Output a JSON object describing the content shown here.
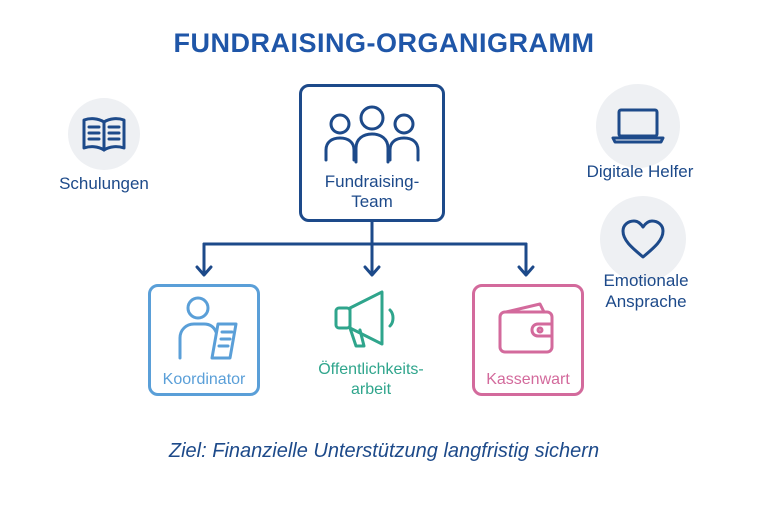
{
  "title": "FUNDRAISING-ORGANIGRAMM",
  "center": {
    "label_line1": "Fundraising-",
    "label_line2": "Team",
    "icon": "group-icon"
  },
  "children": [
    {
      "label": "Koordinator",
      "icon": "person-document-icon",
      "color": "#5a9fd8"
    },
    {
      "label_line1": "Öffentlichkeits-",
      "label_line2": "arbeit",
      "icon": "megaphone-icon",
      "color": "#2fa58c"
    },
    {
      "label": "Kassenwart",
      "icon": "wallet-icon",
      "color": "#d36a9c"
    }
  ],
  "side": {
    "schulungen": {
      "label": "Schulungen",
      "icon": "book-icon"
    },
    "digitale_helfer": {
      "label": "Digitale Helfer",
      "icon": "laptop-icon"
    },
    "emotionale_ansprache": {
      "label_line1": "Emotionale",
      "label_line2": "Ansprache",
      "icon": "heart-icon"
    }
  },
  "goal": "Ziel: Finanzielle Unterstützung langfristig sichern",
  "colors": {
    "navy": "#1d4a8a",
    "title_blue": "#1f56a8",
    "circle_bg": "#eef0f3",
    "koordinator": "#5a9fd8",
    "oeffentlichkeit": "#2fa58c",
    "kassenwart": "#d36a9c"
  }
}
